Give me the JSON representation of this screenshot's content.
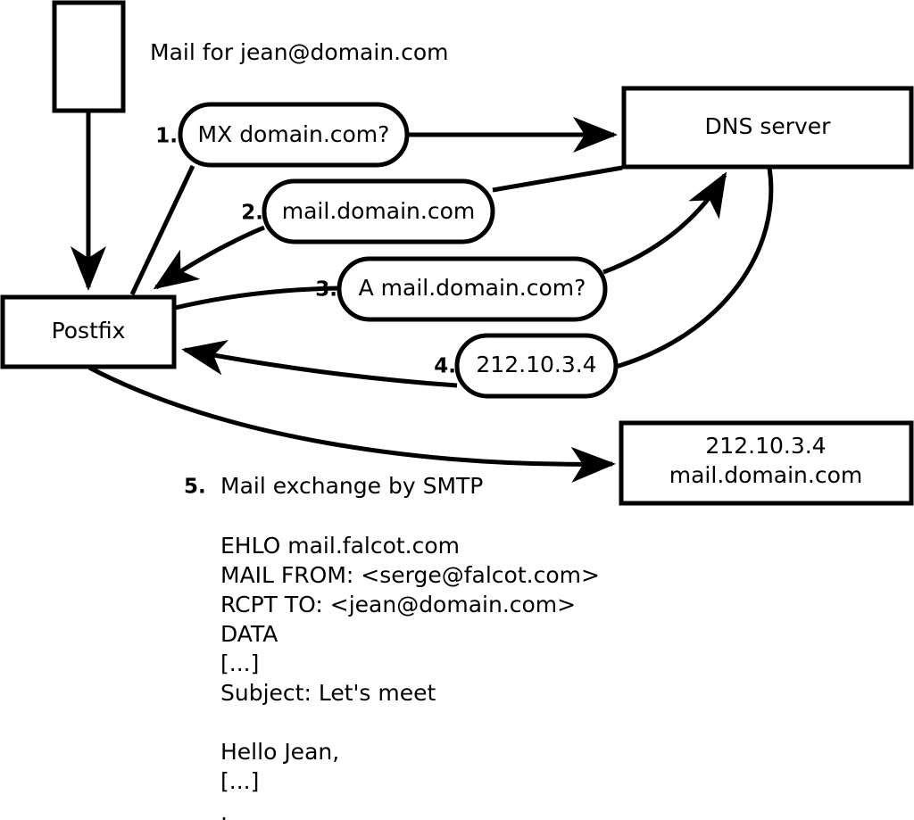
{
  "diagram": {
    "title_label": "Mail for jean@domain.com",
    "nodes": {
      "sender_box": {
        "label": ""
      },
      "postfix": {
        "label": "Postfix"
      },
      "dns_server": {
        "label": "DNS server"
      },
      "mail_server": {
        "line1": "212.10.3.4",
        "line2": "mail.domain.com"
      }
    },
    "steps": [
      {
        "num": "1.",
        "label": "MX domain.com?"
      },
      {
        "num": "2.",
        "label": "mail.domain.com"
      },
      {
        "num": "3.",
        "label": "A mail.domain.com?"
      },
      {
        "num": "4.",
        "label": "212.10.3.4"
      }
    ],
    "step5": {
      "num": "5.",
      "label": "Mail exchange by SMTP"
    },
    "transcript": [
      "EHLO mail.falcot.com",
      "MAIL FROM: <serge@falcot.com>",
      "RCPT TO: <jean@domain.com>",
      "DATA",
      "[...]",
      "Subject: Let's meet",
      "",
      "Hello Jean,",
      "[...]",
      "",
      "."
    ],
    "colors": {
      "stroke": "#000000",
      "fill": "#ffffff",
      "text": "#000000"
    }
  }
}
